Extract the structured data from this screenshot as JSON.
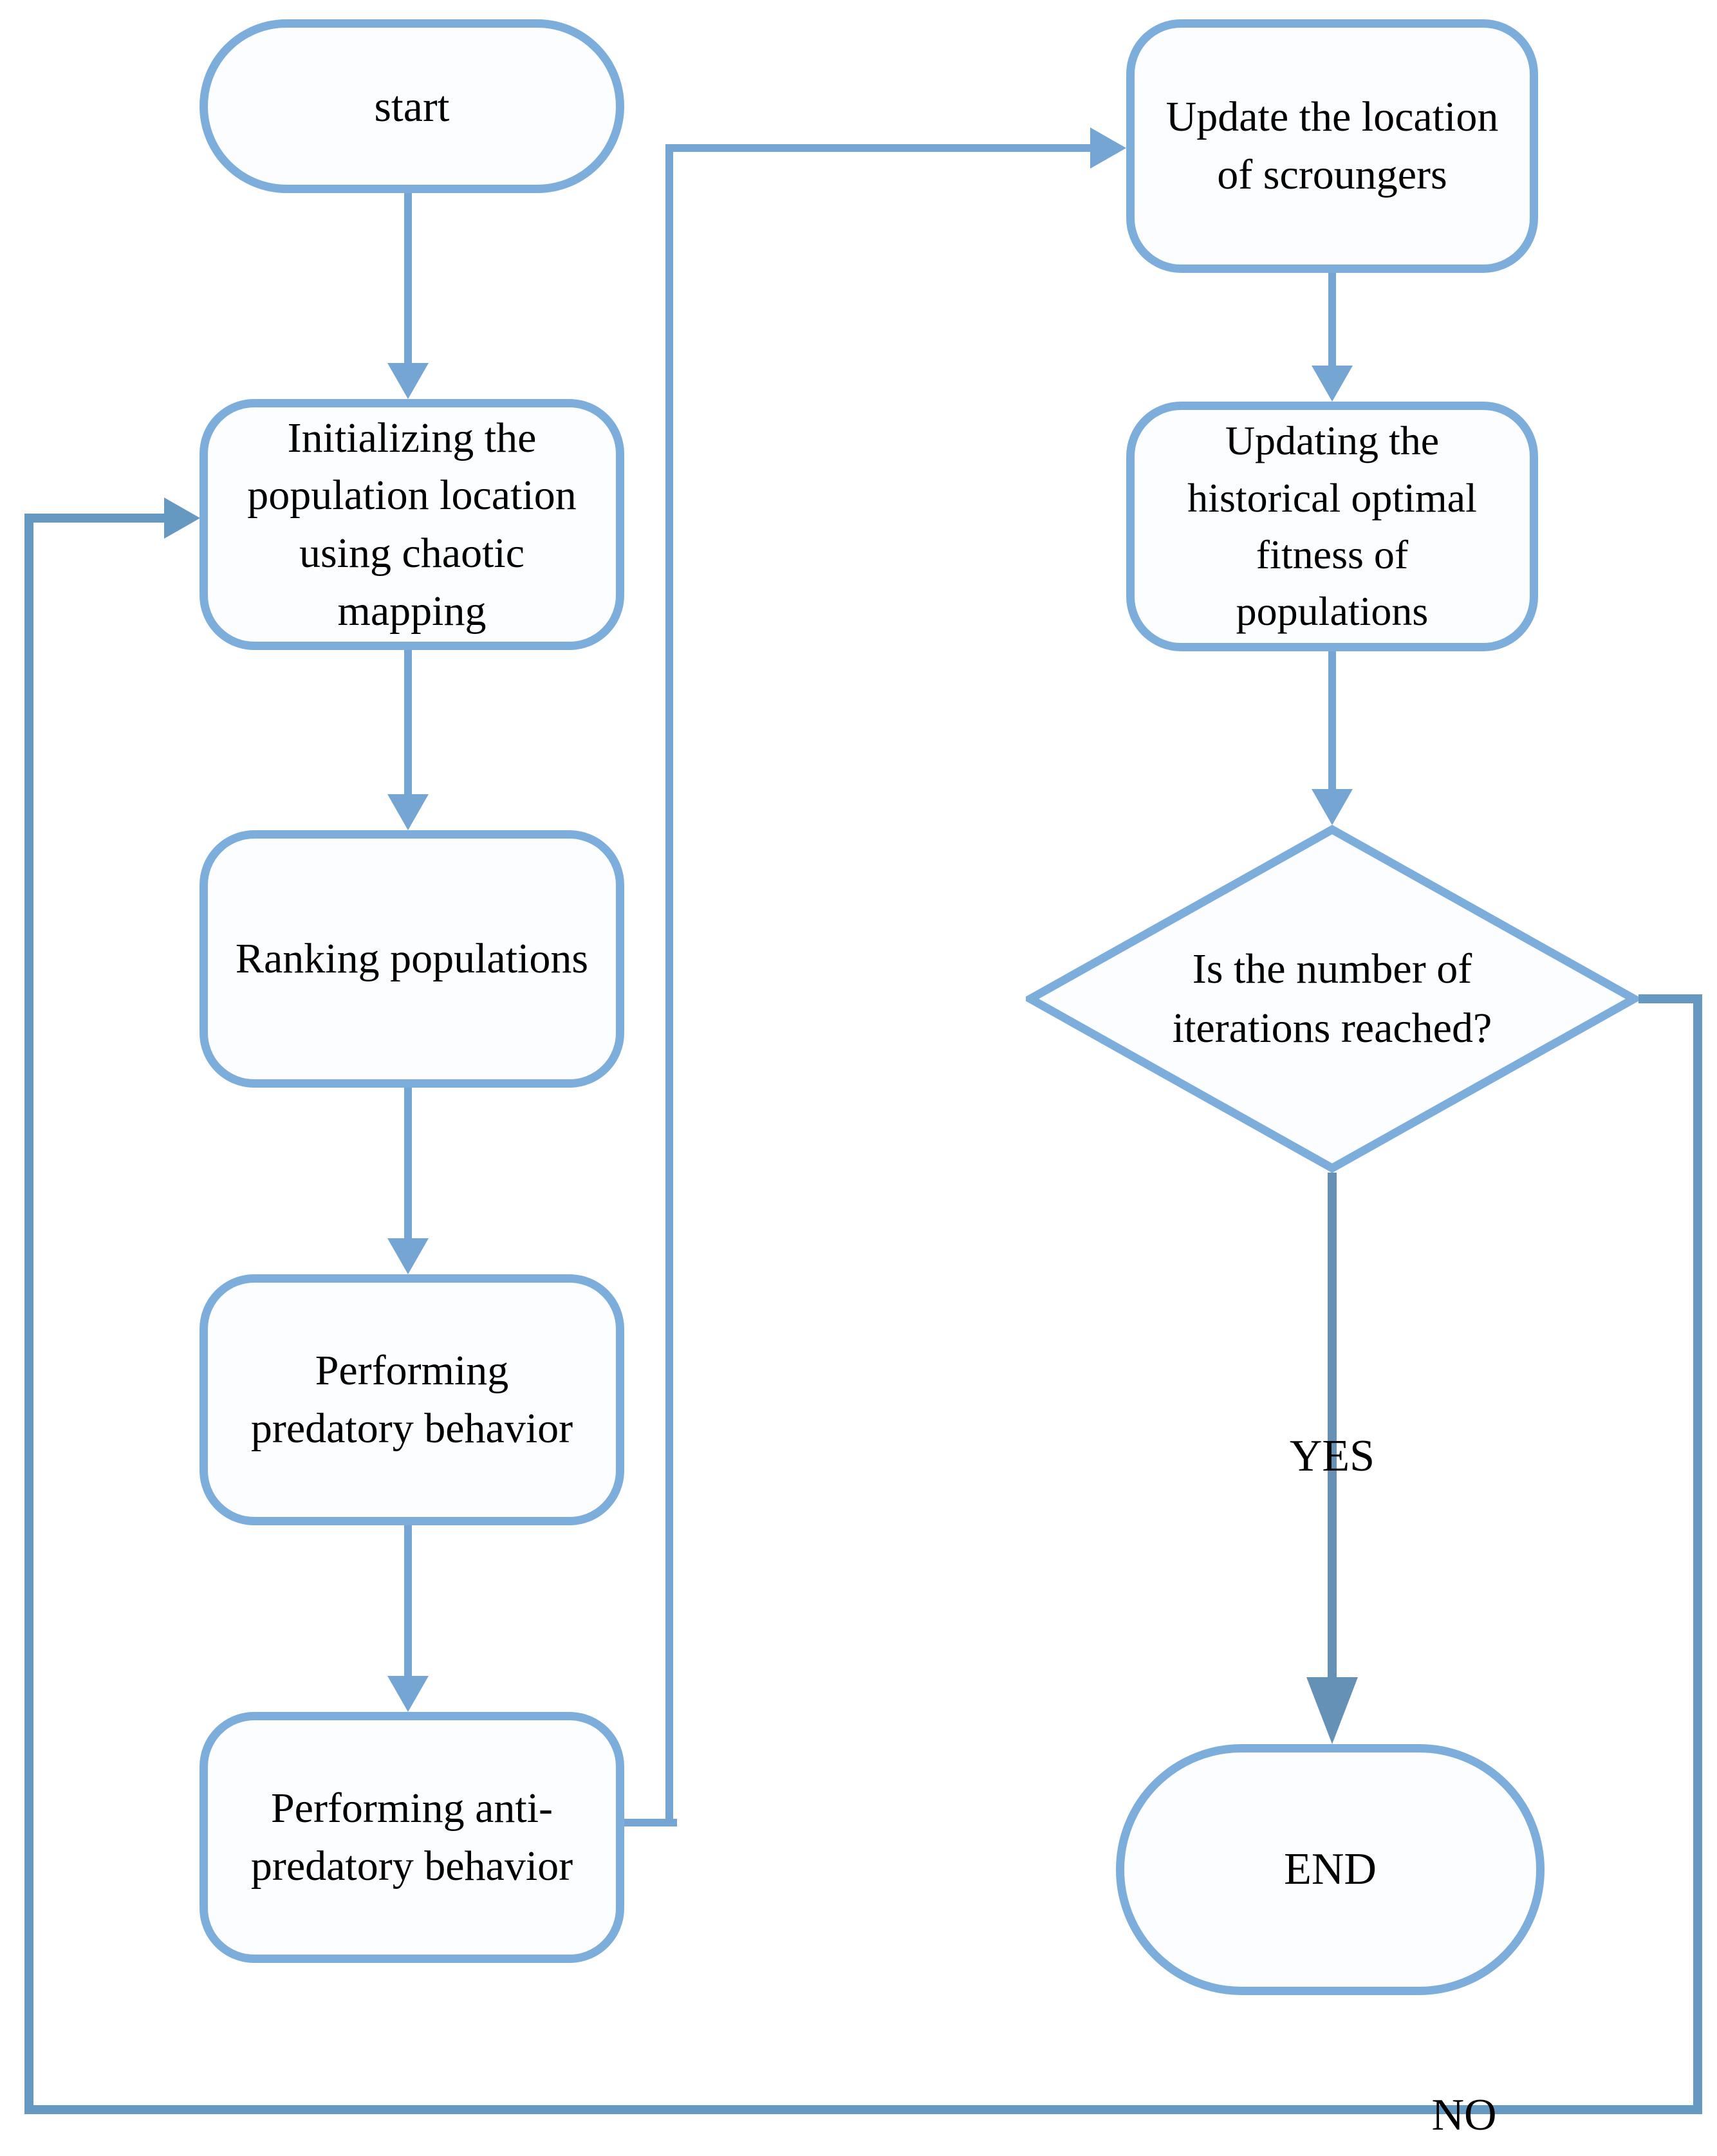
{
  "flowchart": {
    "nodes": {
      "start": "start",
      "initialize": "Initializing the\npopulation location\nusing chaotic\nmapping",
      "ranking": "Ranking populations",
      "predatory": "Performing\npredatory behavior",
      "anti_predatory": "Performing anti-\npredatory behavior",
      "update_scroungers": "Update the location\nof scroungers",
      "update_fitness": "Updating the\nhistorical optimal\nfitness of\npopulations",
      "decision": "Is the number of\niterations reached?",
      "end": "END"
    },
    "branch_labels": {
      "yes": "YES",
      "no": "NO"
    },
    "edges": [
      {
        "from": "start",
        "to": "initialize"
      },
      {
        "from": "initialize",
        "to": "ranking"
      },
      {
        "from": "ranking",
        "to": "predatory"
      },
      {
        "from": "predatory",
        "to": "anti_predatory"
      },
      {
        "from": "anti_predatory",
        "to": "update_scroungers"
      },
      {
        "from": "update_scroungers",
        "to": "update_fitness"
      },
      {
        "from": "update_fitness",
        "to": "decision"
      },
      {
        "from": "decision",
        "to": "end",
        "label": "YES"
      },
      {
        "from": "decision",
        "to": "initialize",
        "label": "NO"
      }
    ],
    "colors": {
      "node_border": "#7dadda",
      "node_fill": "#fbfdfe",
      "connector": "#74a5d3",
      "loop_connector": "#6699c2",
      "yes_arrow": "#6691b7",
      "text": "#000000",
      "background": "#ffffff"
    }
  }
}
